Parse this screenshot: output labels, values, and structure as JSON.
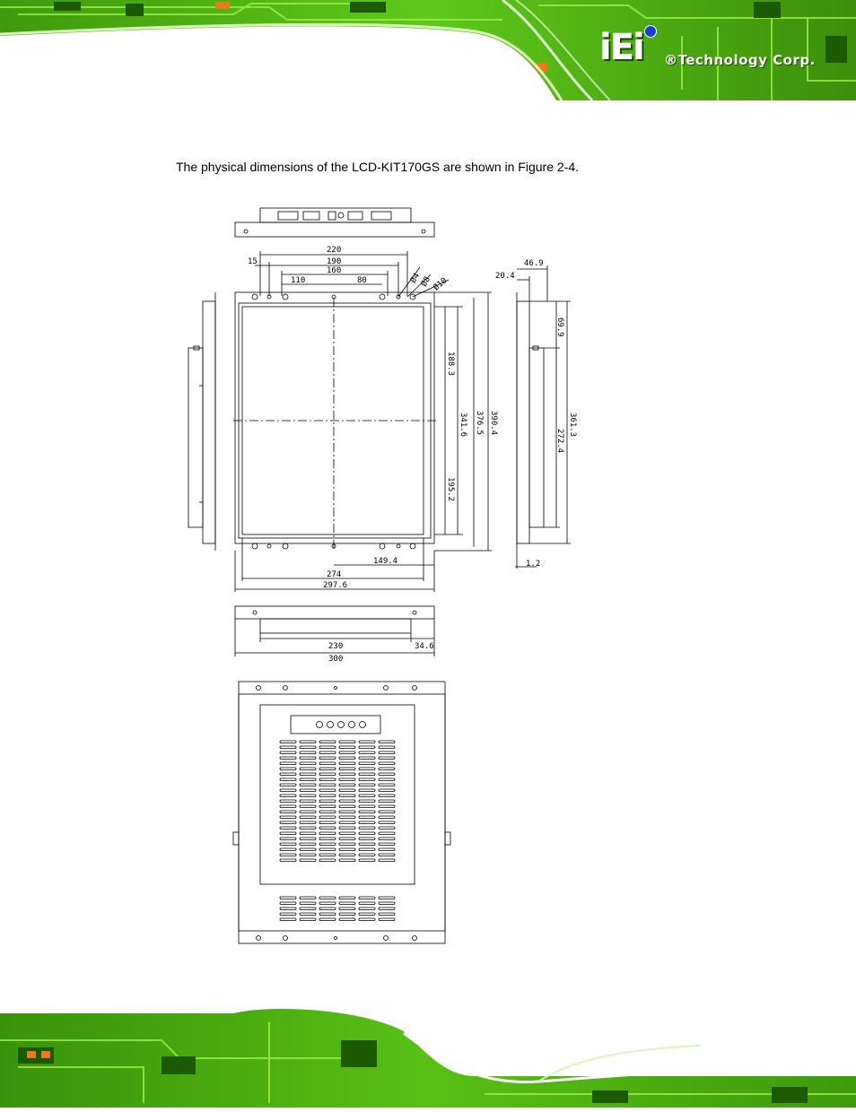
{
  "header": {
    "brand_mark": "iEi",
    "brand_text": "®Technology Corp."
  },
  "intro_text": "The physical dimensions of the LCD-KIT170GS are shown in Figure 2-4.",
  "drawing": {
    "front_dims": {
      "d220": "220",
      "d190": "190",
      "d160": "160",
      "d15": "15",
      "d110": "110",
      "d80": "80",
      "phi1": "Ø4",
      "phi2": "Ø8",
      "phi3": "Ø10",
      "d188_3": "188.3",
      "d341_6": "341.6",
      "d376_5": "376.5",
      "d390_4": "390.4",
      "d195_2": "195.2",
      "d149_4": "149.4",
      "d274": "274",
      "d297_6": "297.6"
    },
    "side_dims": {
      "d46_9": "46.9",
      "d20_4": "20.4",
      "d69_9": "69.9",
      "d361_3": "361.3",
      "d272_4": "272.4",
      "d1_2": "1.2"
    },
    "bottom_dims": {
      "d230": "230",
      "d34_6": "34.6",
      "d300": "300"
    }
  },
  "colors": {
    "pcb_green": "#5ec81a",
    "pcb_dark": "#2f7a08",
    "accent_orange": "#e87a1a"
  }
}
